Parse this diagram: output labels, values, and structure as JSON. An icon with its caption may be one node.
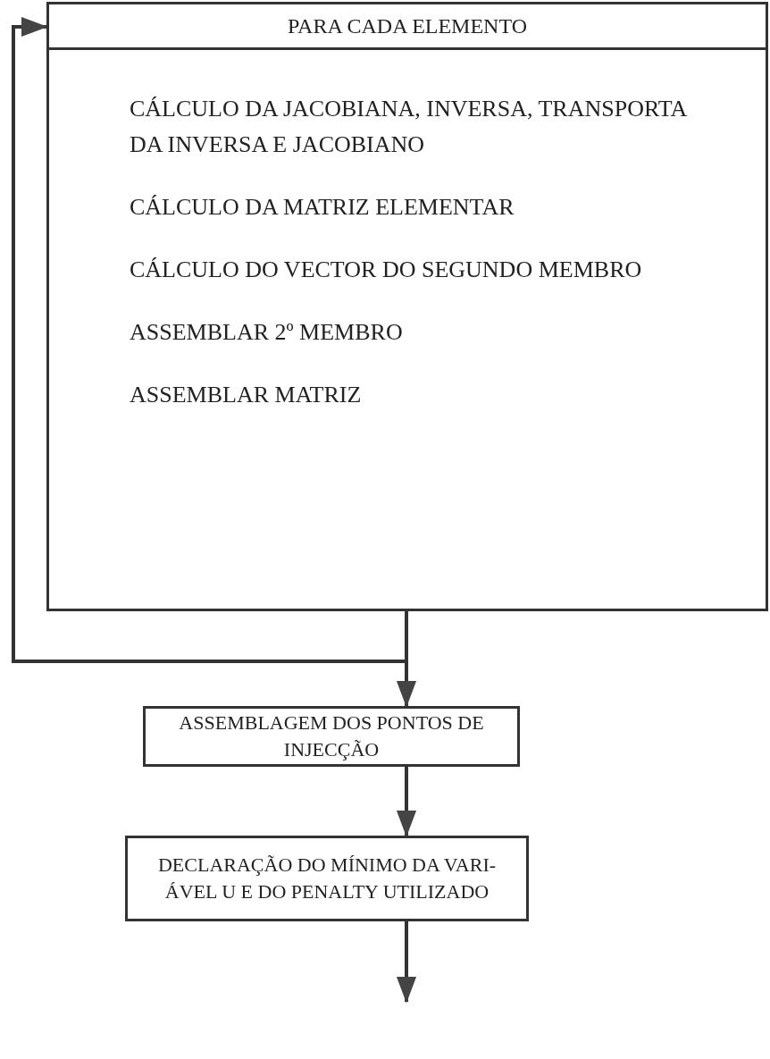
{
  "diagram": {
    "nodes": [
      {
        "text": [
          "PARA CADA ELEMENTO",
          "CÁLCULO DA JACOBIANA, INVERSA, TRANSPORTA DA INVERSA E JACOBIANO",
          "CÁLCULO DA MATRIZ ELEMENTAR",
          "CÁLCULO DO VECTOR DO SEGUNDO MEMBRO",
          "ASSEMBLAR 2º MEMBRO",
          "ASSEMBLAR MATRIZ"
        ]
      },
      {
        "text": [
          "ASSEMBLAGEM DOS PONTOS DE INJECÇÃO"
        ]
      },
      {
        "text": [
          "DECLARAÇÃO DO MÍNIMO DA VARI- ÁVEL U E DO PENALTY UTILIZADO"
        ]
      }
    ],
    "edges": [
      {
        "from": 0,
        "to": 0,
        "arrow": "to"
      },
      {
        "from": 0,
        "to": 1,
        "arrow": "to"
      },
      {
        "from": 1,
        "to": 2,
        "arrow": "to"
      },
      {
        "from": 2,
        "to": null,
        "arrow": "to"
      }
    ]
  }
}
